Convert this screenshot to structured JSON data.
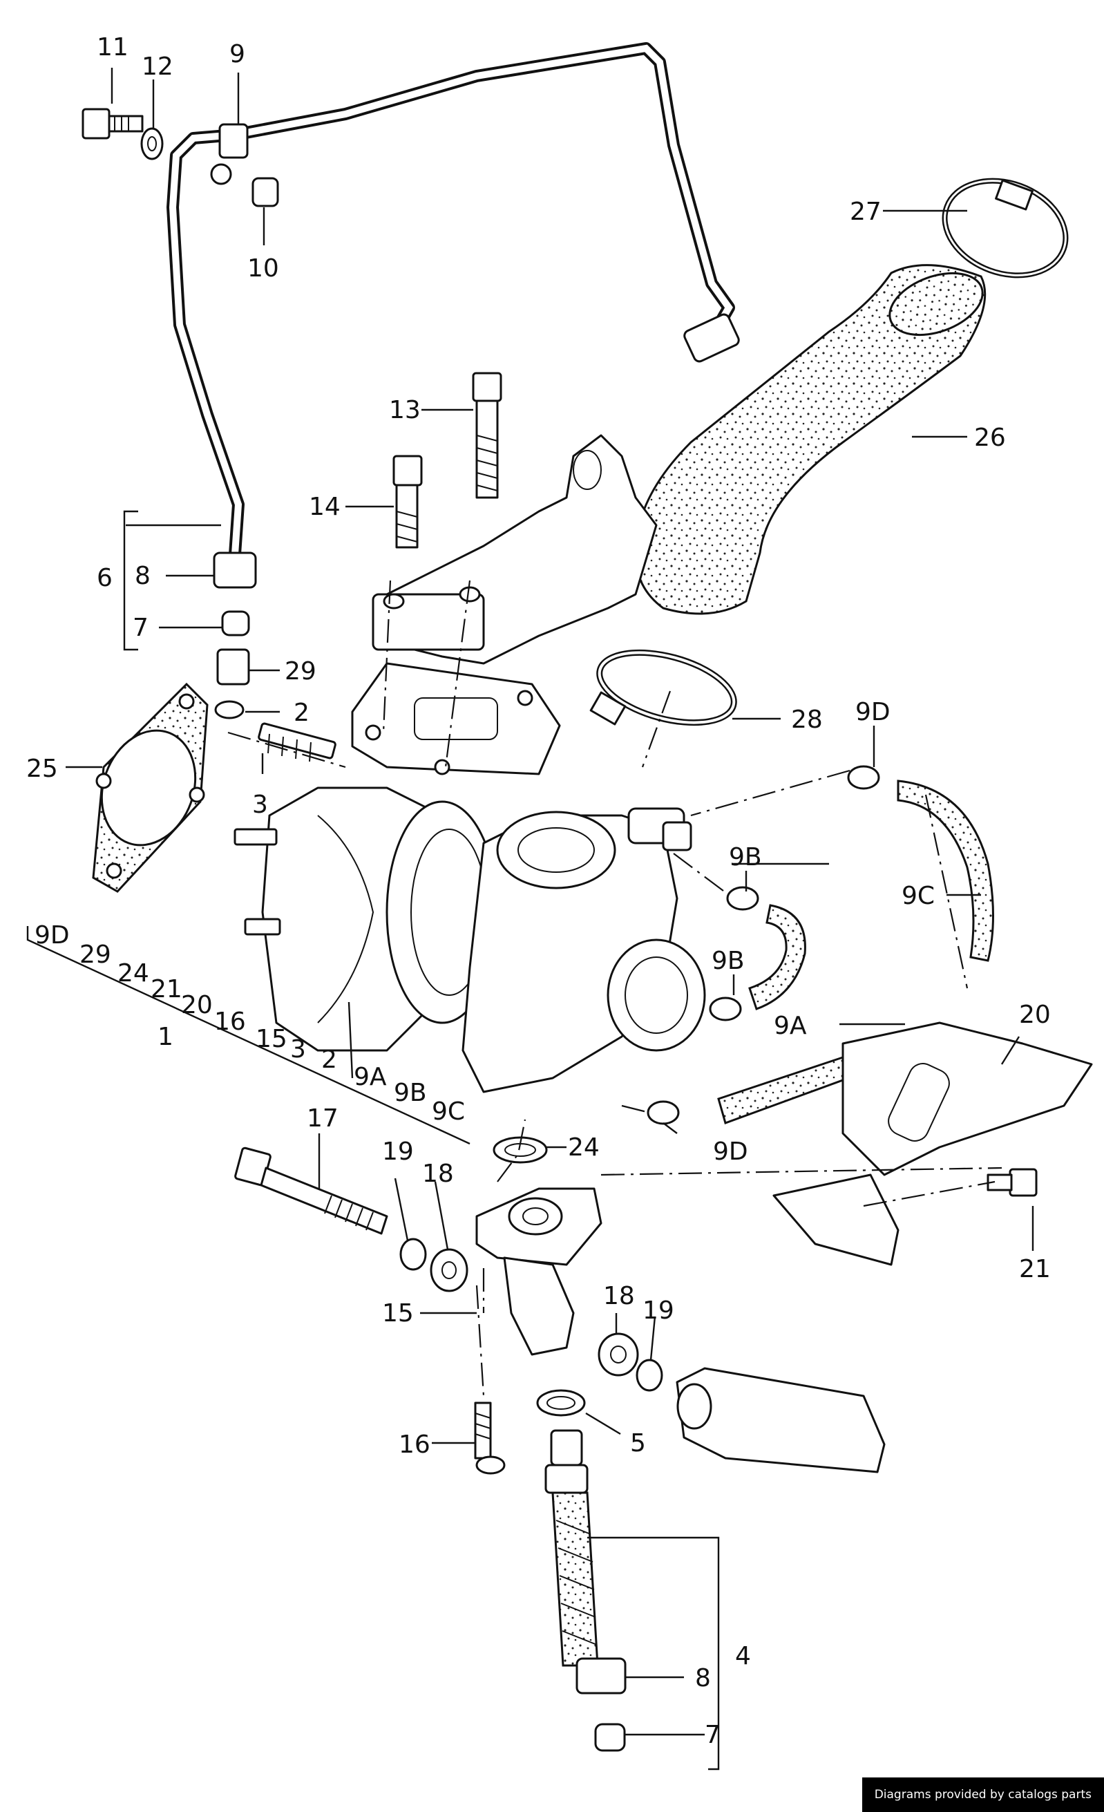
{
  "labels": {
    "l11": "11",
    "l12": "12",
    "l9": "9",
    "l10": "10",
    "l27": "27",
    "l13": "13",
    "l26": "26",
    "l14": "14",
    "l6": "6",
    "l8a": "8",
    "l7a": "7",
    "l29": "29",
    "l2": "2",
    "l28": "28",
    "l9D_a": "9D",
    "l25": "25",
    "l3": "3",
    "l9B_a": "9B",
    "l9C": "9C",
    "l9B_b": "9B",
    "l9A": "9A",
    "l20": "20",
    "l9D_b": "9D",
    "l24": "24",
    "l17": "17",
    "l19a": "19",
    "l18a": "18",
    "l21": "21",
    "l15": "15",
    "l18b": "18",
    "l19b": "19",
    "l5": "5",
    "l16": "16",
    "l4": "4",
    "l8b": "8",
    "l7b": "7",
    "l1": "1"
  },
  "group_list": [
    "9D",
    "29",
    "24",
    "21",
    "20",
    "16",
    "15",
    "3",
    "2",
    "9A",
    "9B",
    "9C"
  ],
  "credit": "Diagrams provided by catalogs parts"
}
